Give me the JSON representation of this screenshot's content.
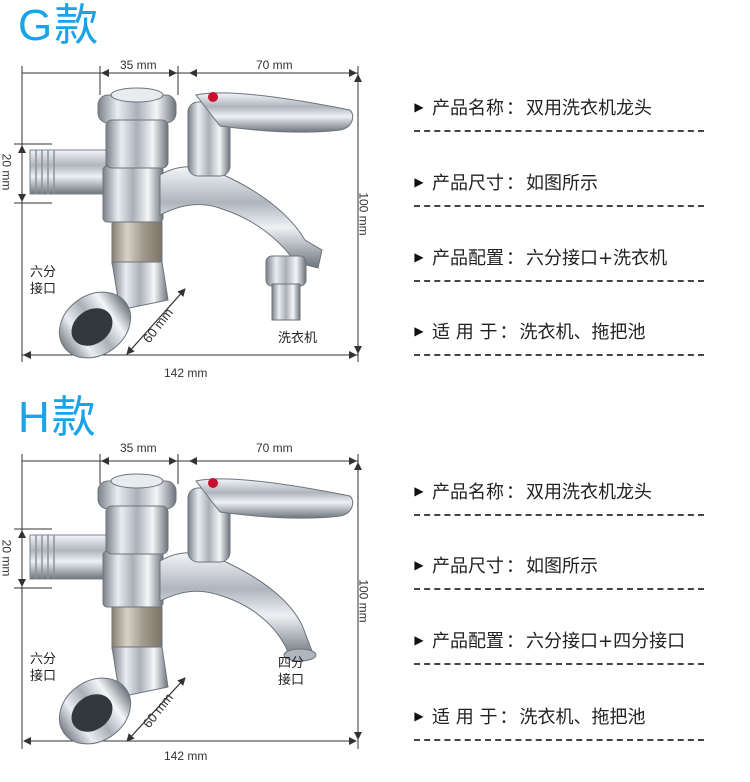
{
  "sections": [
    {
      "title": "G款",
      "dims": {
        "top_left": "35 mm",
        "top_right": "70 mm",
        "left": "20 mm",
        "right": "100 mm",
        "diag": "60 mm",
        "bottom": "142 mm"
      },
      "callouts": {
        "left": "六分\n接口",
        "right": "洗衣机"
      },
      "specs": [
        {
          "label": "产品名称",
          "value": "双用洗衣机龙头"
        },
        {
          "label": "产品尺寸",
          "value": "如图所示"
        },
        {
          "label": "产品配置",
          "value": "六分接口+洗衣机"
        },
        {
          "label": "适 用 于",
          "value": "洗衣机、拖把池"
        }
      ]
    },
    {
      "title": "H款",
      "dims": {
        "top_left": "35 mm",
        "top_right": "70 mm",
        "left": "20 mm",
        "right": "100 mm",
        "diag": "60 mm",
        "bottom": "142 mm"
      },
      "callouts": {
        "left": "六分\n接口",
        "right": "四分\n接口"
      },
      "specs": [
        {
          "label": "产品名称",
          "value": "双用洗衣机龙头"
        },
        {
          "label": "产品尺寸",
          "value": "如图所示"
        },
        {
          "label": "产品配置",
          "value": "六分接口+四分接口"
        },
        {
          "label": "适 用 于",
          "value": "洗衣机、拖把池"
        }
      ]
    }
  ],
  "colors": {
    "title": "#1aa3e8",
    "chrome": "#c9ced4",
    "chrome_dark": "#6f767e",
    "red_dot": "#c8102e"
  },
  "separator": "："
}
